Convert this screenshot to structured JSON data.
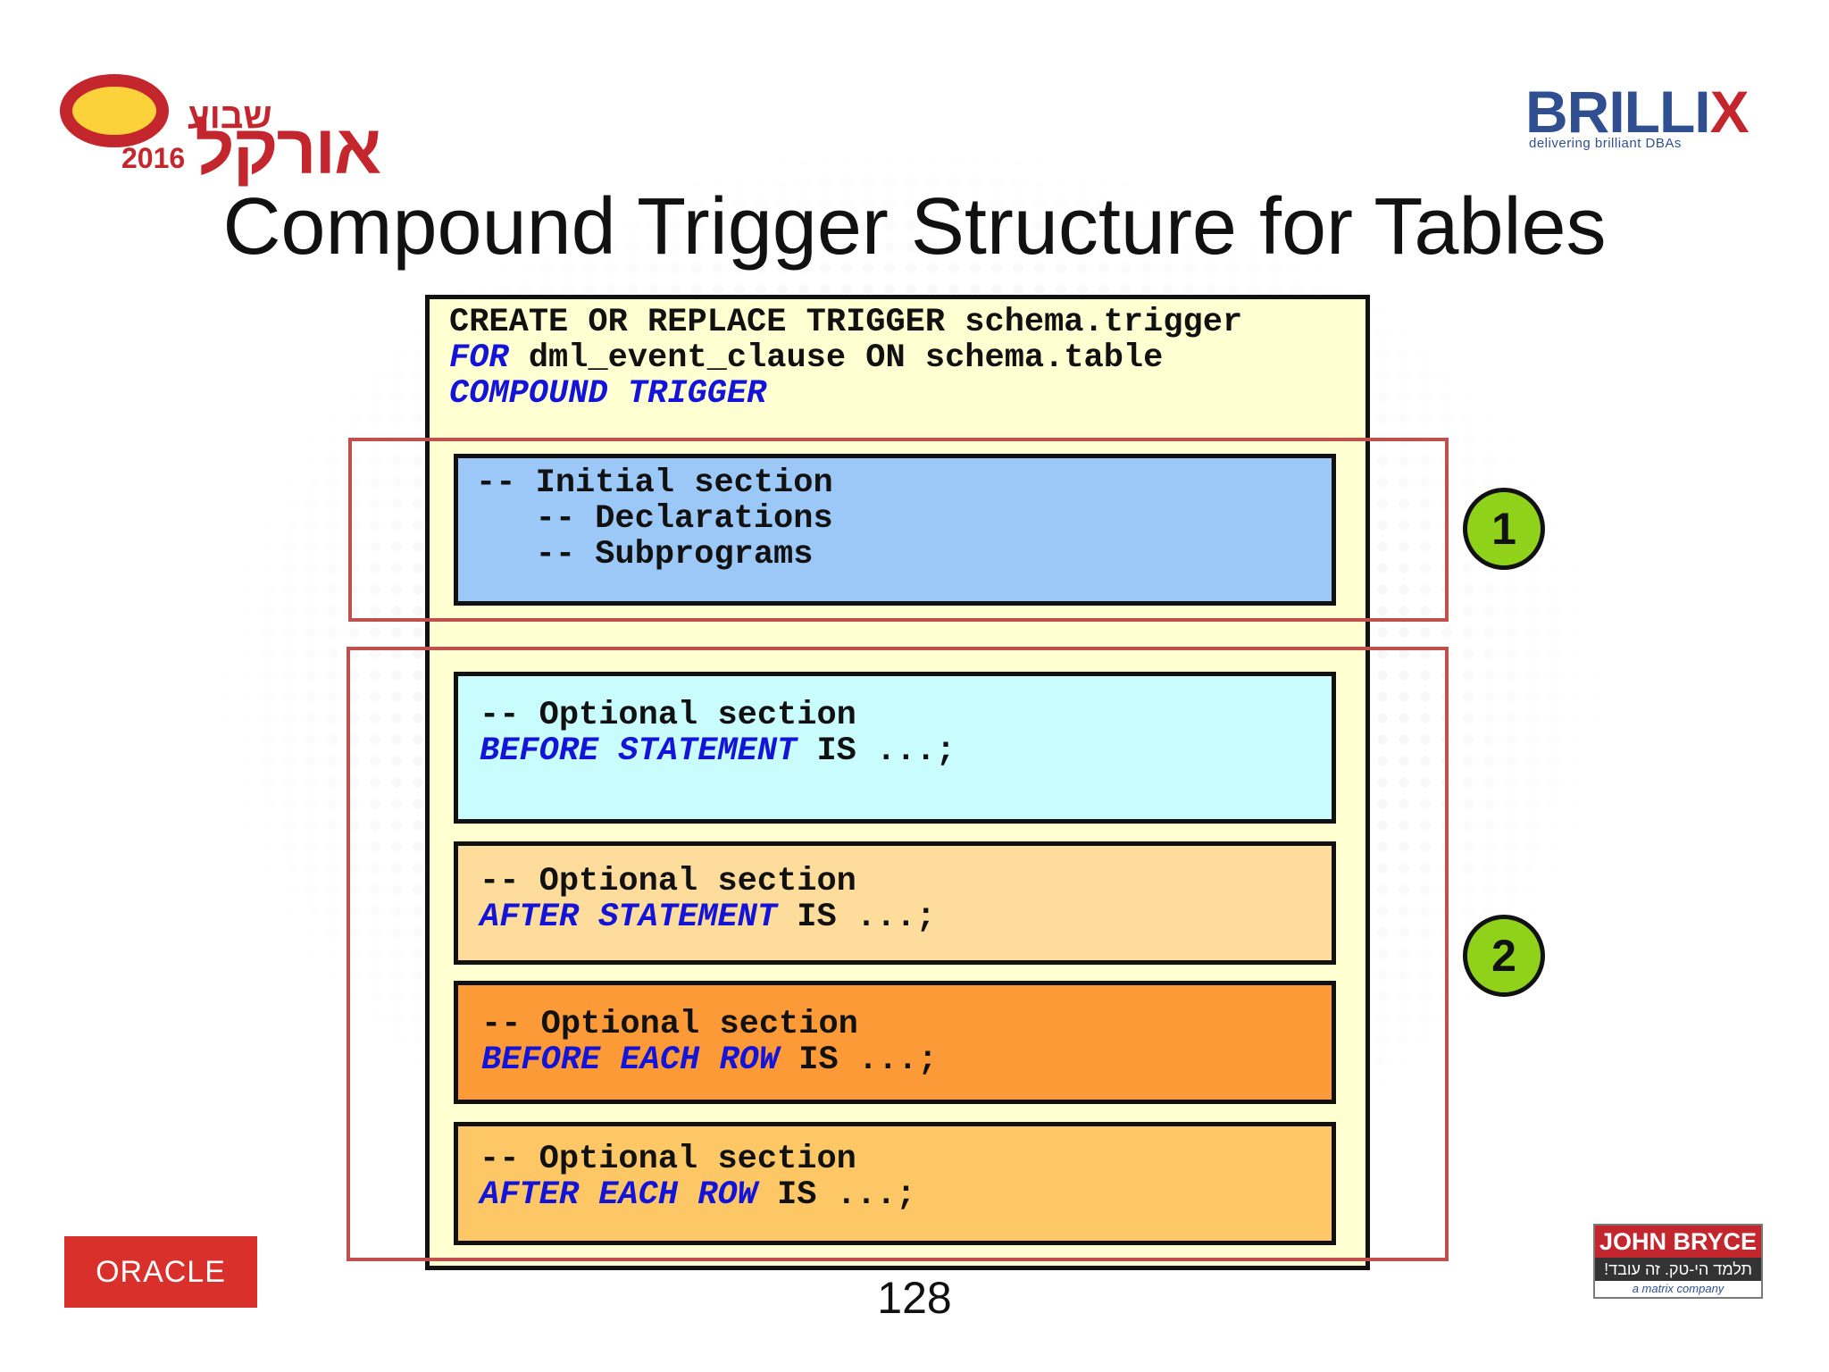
{
  "logos": {
    "oracle_week": {
      "year": "2016",
      "top_text": "שבוע",
      "main_text": "אורקל"
    },
    "brillix": {
      "name_main": "BRILLI",
      "name_x": "X",
      "tagline": "delivering brilliant DBAs"
    },
    "oracle": {
      "text": "ORACLE"
    },
    "john_bryce": {
      "name": "JOHN BRYCE",
      "hebrew": "תלמד הי-טק. זה עובד!",
      "subtitle": "a matrix company"
    }
  },
  "slide": {
    "title": "Compound Trigger Structure for Tables",
    "page_number": "128"
  },
  "code": {
    "header": {
      "line1": "CREATE OR REPLACE TRIGGER schema.trigger",
      "line2_kw": "FOR",
      "line2_rest": " dml_event_clause ON schema.table",
      "line3_kw": "COMPOUND TRIGGER"
    },
    "initial": {
      "line1": "-- Initial section",
      "line2": "   -- Declarations",
      "line3": "   -- Subprograms"
    },
    "before_statement": {
      "comment": "-- Optional section",
      "kw": "BEFORE STATEMENT",
      "rest": " IS ...;"
    },
    "after_statement": {
      "comment": "-- Optional section",
      "kw": "AFTER STATEMENT",
      "rest": " IS ...;"
    },
    "before_each_row": {
      "comment": "-- Optional section",
      "kw": "BEFORE EACH ROW",
      "rest": " IS ...;"
    },
    "after_each_row": {
      "comment": "-- Optional section",
      "kw": "AFTER EACH ROW",
      "rest": " IS ...;"
    }
  },
  "badges": {
    "one": "1",
    "two": "2"
  },
  "colors": {
    "outer_box": "#ffffd2",
    "initial_section": "#9cc8f8",
    "before_statement": "#c9fcfc",
    "after_statement": "#fddc9c",
    "before_each_row": "#fd9a38",
    "after_each_row": "#fdc766",
    "keyword": "#1414d9",
    "highlight_frame": "#c0504d",
    "badge": "#8fd219"
  }
}
